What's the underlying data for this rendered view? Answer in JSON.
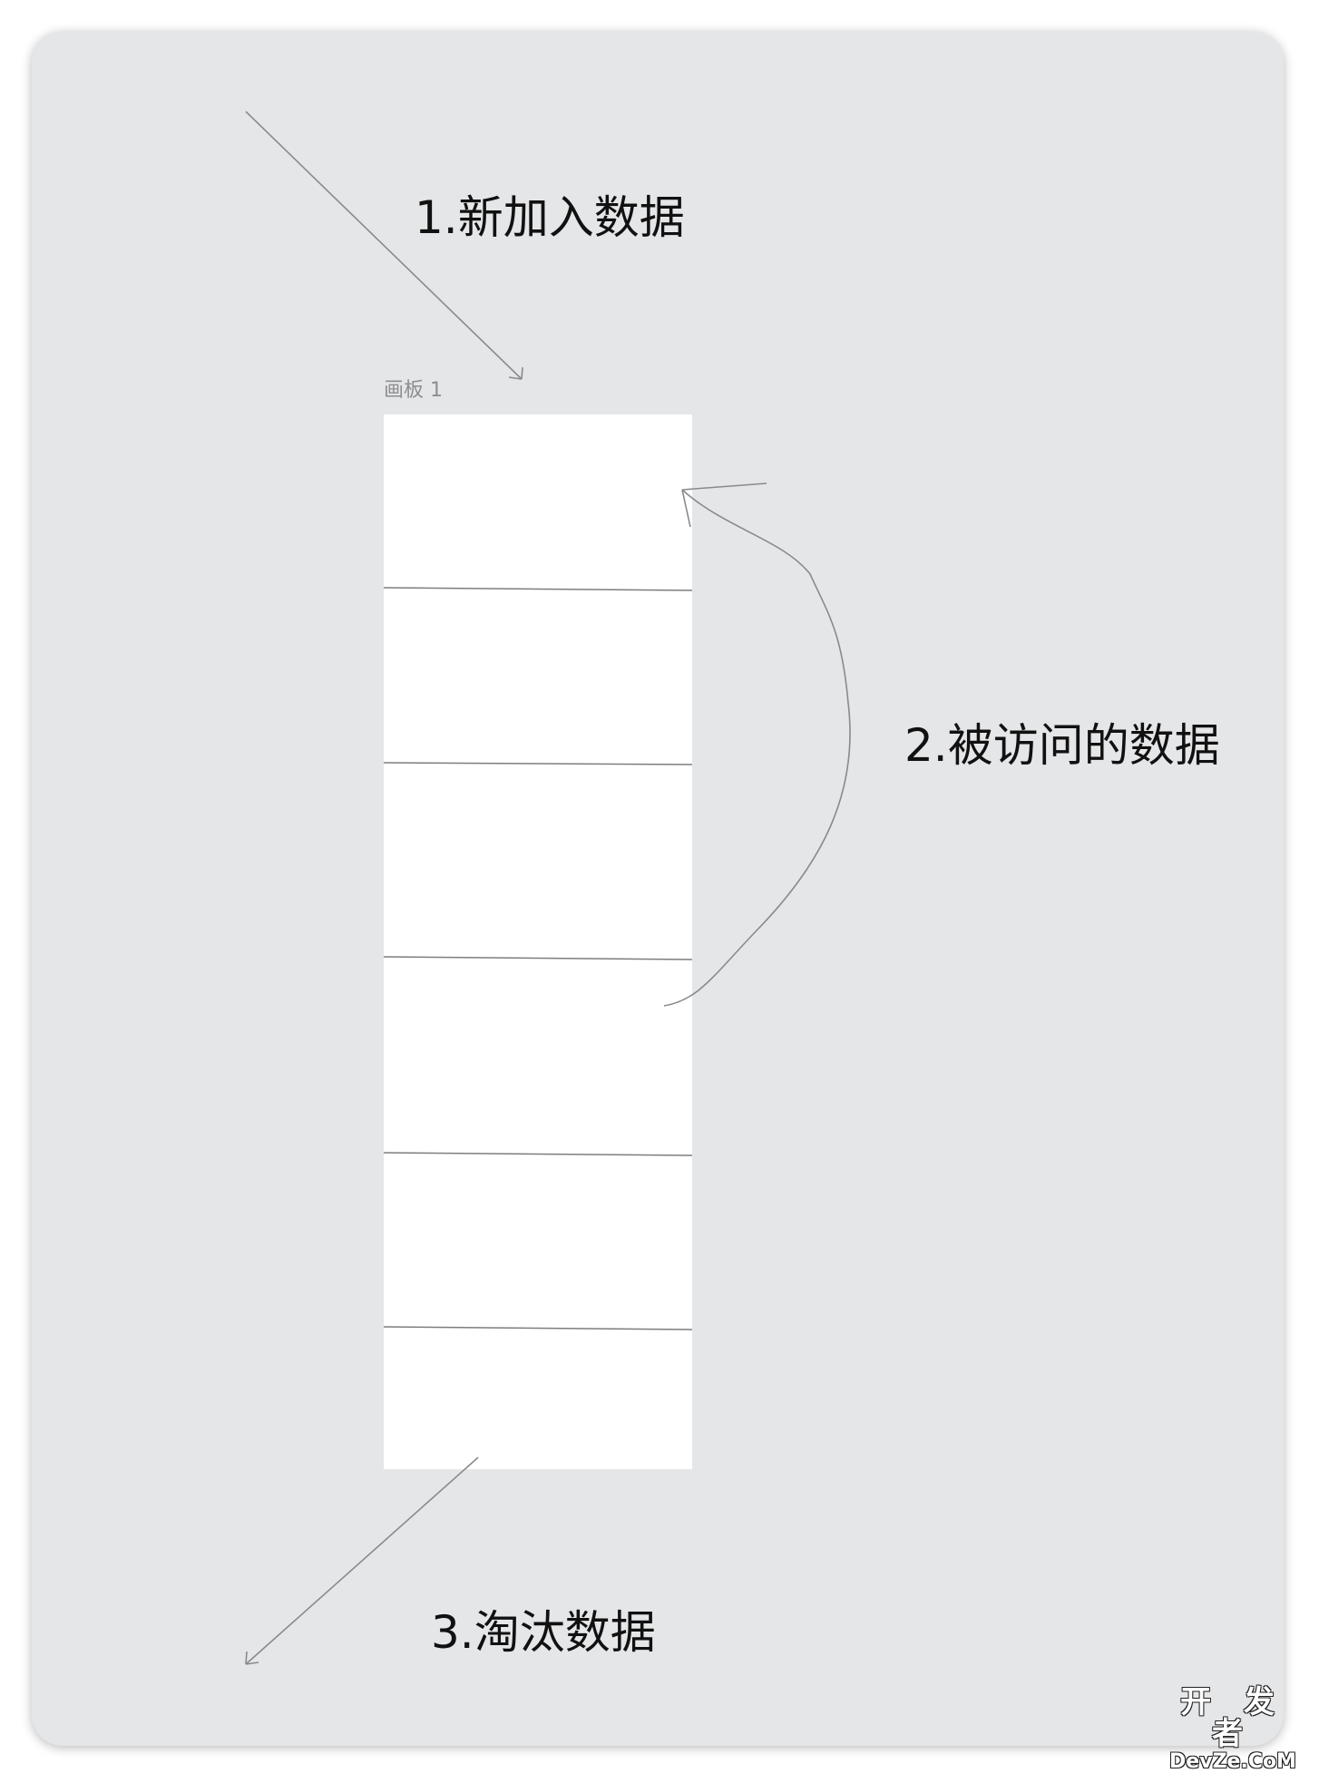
{
  "board": {
    "label": "画板 1"
  },
  "cache_slots": 6,
  "steps": {
    "add": "1.新加入数据",
    "access": "2.被访问的数据",
    "evict": "3.淘汰数据"
  },
  "watermark": {
    "cn": "开 发 者",
    "en": "DevZe.CoM"
  },
  "colors": {
    "background": "#e5e6e8",
    "slot": "#ffffff",
    "line": "#8a8a8a",
    "text": "#111111"
  }
}
